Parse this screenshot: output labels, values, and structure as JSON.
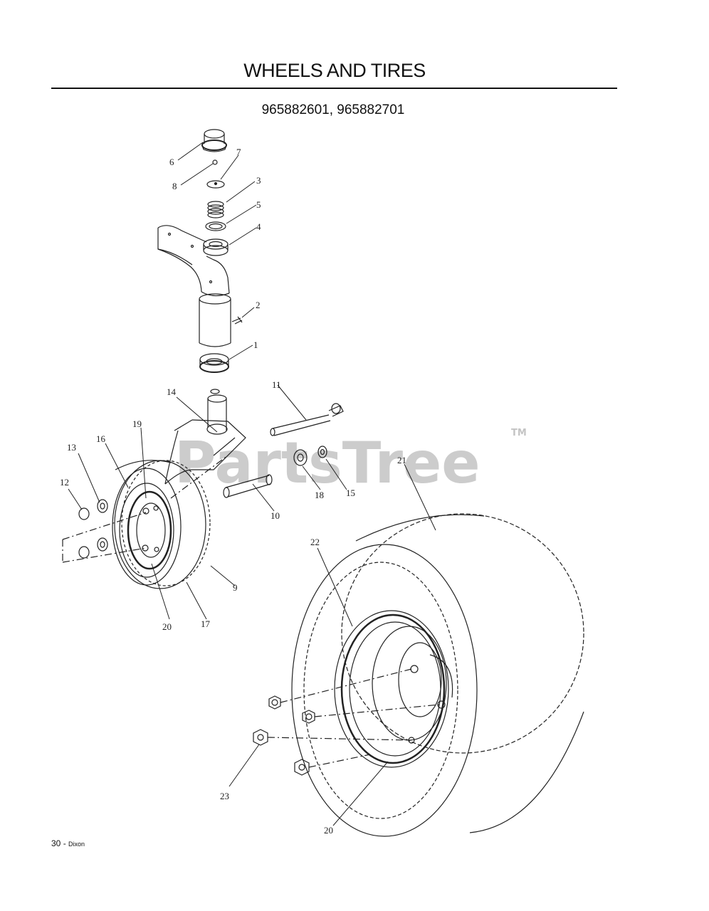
{
  "header": {
    "title": "WHEELS AND TIRES",
    "model_numbers": "965882601, 965882701"
  },
  "watermark": {
    "text": "PartsTree",
    "trademark": "TM",
    "color": "#bdbdbd"
  },
  "callouts": {
    "c1": "1",
    "c2": "2",
    "c3": "3",
    "c4": "4",
    "c5": "5",
    "c6": "6",
    "c7": "7",
    "c8": "8",
    "c9": "9",
    "c10": "10",
    "c11": "11",
    "c12": "12",
    "c13": "13",
    "c14": "14",
    "c15": "15",
    "c16": "16",
    "c17": "17",
    "c18": "18",
    "c19": "19",
    "c20a": "20",
    "c20b": "20",
    "c21": "21",
    "c22": "22",
    "c23": "23"
  },
  "footer": {
    "page_number": "30",
    "separator": " - ",
    "brand": "Dixon"
  }
}
